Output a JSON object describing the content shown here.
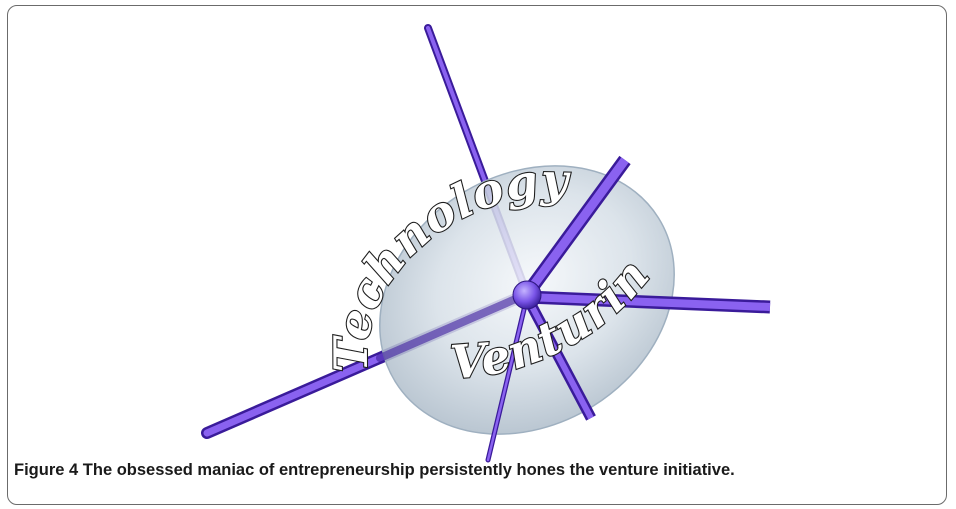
{
  "diagram": {
    "word_top": "Technology",
    "word_bottom": "Venturing",
    "colors": {
      "rod": "#7b52e6",
      "rod_dark": "#3a1b9a",
      "ellipse": "#c5d2de",
      "hub": "#8a6cf0"
    }
  },
  "caption": {
    "label": "Figure 4",
    "text": "The obsessed maniac of entrepreneurship persistently hones the venture initiative."
  }
}
